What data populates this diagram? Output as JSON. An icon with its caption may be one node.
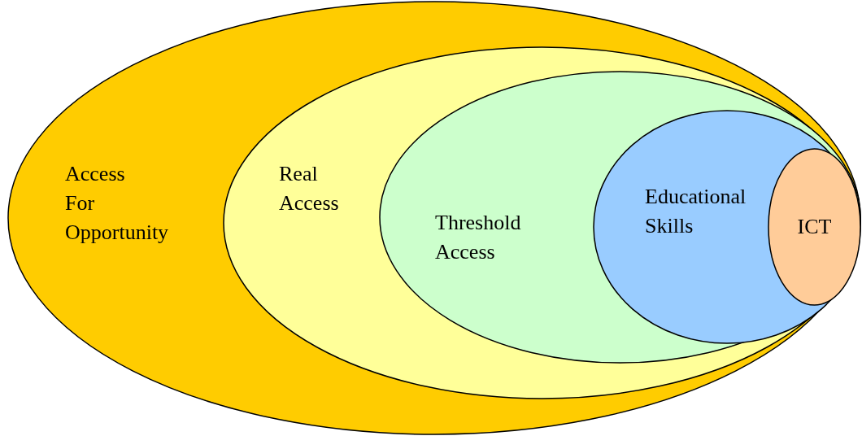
{
  "diagram": {
    "nodes": [
      {
        "text": [
          "Access For Opportunity"
        ]
      },
      {
        "text": [
          "Real Access"
        ],
        "in": 0
      },
      {
        "text": [
          "Threshold Access"
        ],
        "in": 1
      },
      {
        "text": [
          "Educational Skills"
        ],
        "in": 2
      },
      {
        "text": [
          "ICT"
        ],
        "in": 3
      }
    ]
  }
}
